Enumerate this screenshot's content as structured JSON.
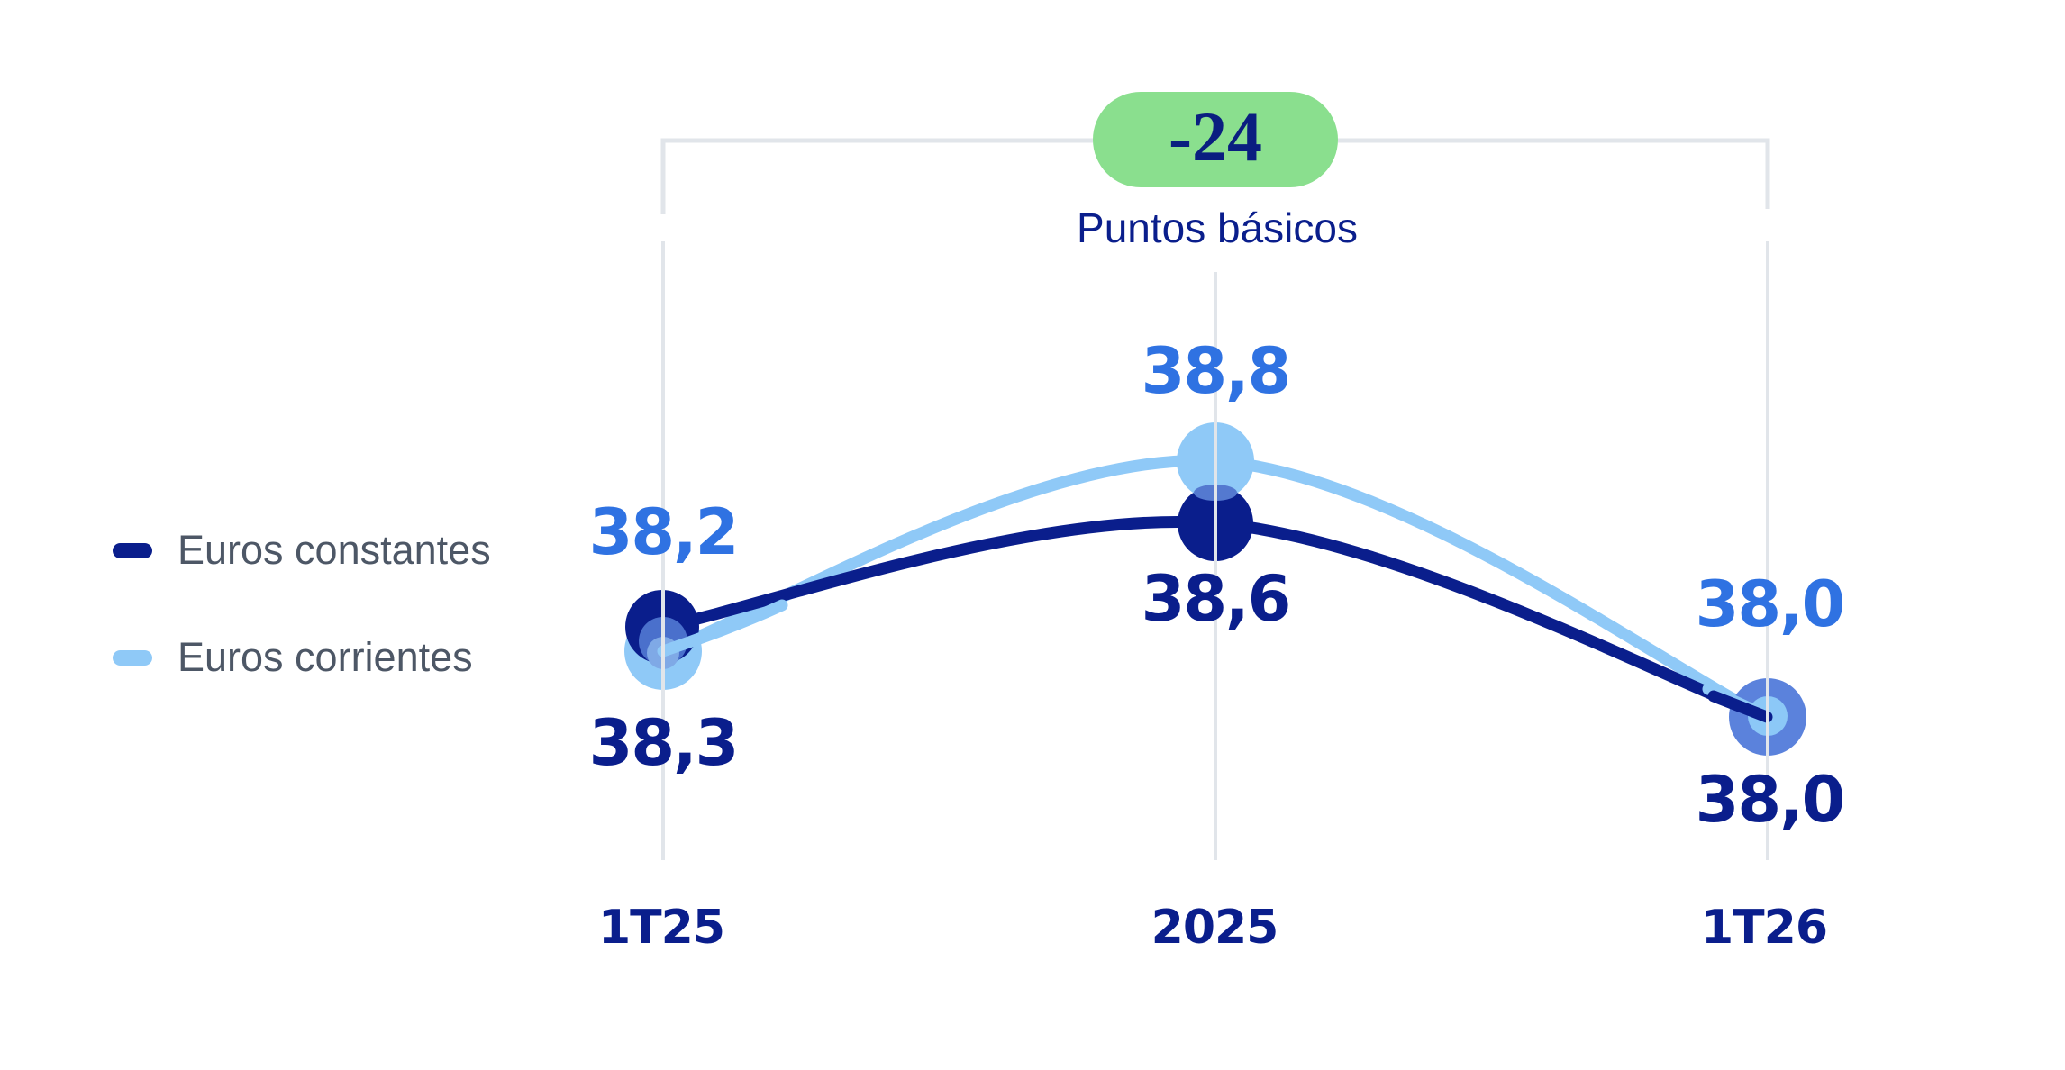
{
  "annotation": {
    "value": "-24",
    "unit": "Puntos básicos",
    "badge_color": "#8adf8e",
    "text_color": "#0a1e80",
    "span": [
      "1T25",
      "1T26"
    ]
  },
  "legend": {
    "items": [
      {
        "label": "Euros constantes",
        "color": "#0a1e8c"
      },
      {
        "label": "Euros corrientes",
        "color": "#8fc9f7"
      }
    ]
  },
  "x_axis": {
    "labels": [
      "1T25",
      "2025",
      "1T26"
    ]
  },
  "value_labels": {
    "corrientes": [
      "38,2",
      "38,8",
      "38,0"
    ],
    "constantes": [
      "38,3",
      "38,6",
      "38,0"
    ]
  },
  "colors": {
    "navy": "#0a1e8c",
    "royal_label": "#2f72e2",
    "light_blue": "#8fc9f7",
    "overlap_blue": "#5479d0",
    "marker_ring_blue": "#5b82dc",
    "green_badge": "#8adf8e",
    "legend_text": "#4d5766",
    "gridline": "#e1e5ea",
    "background": "#ffffff"
  },
  "chart_data": {
    "type": "line",
    "categories": [
      "1T25",
      "2025",
      "1T26"
    ],
    "series": [
      {
        "name": "Euros constantes",
        "color": "#0a1e8c",
        "values": [
          38.3,
          38.6,
          38.0
        ]
      },
      {
        "name": "Euros corrientes",
        "color": "#8fc9f7",
        "values": [
          38.2,
          38.8,
          38.0
        ]
      }
    ],
    "annotation": {
      "value": -24,
      "unit": "Puntos básicos",
      "span": [
        "1T25",
        "1T26"
      ]
    },
    "decimal_separator": ",",
    "y_axis": "hidden",
    "grid": "vertical-category-lines",
    "legend_position": "left",
    "markers": "large-filled-circles"
  }
}
